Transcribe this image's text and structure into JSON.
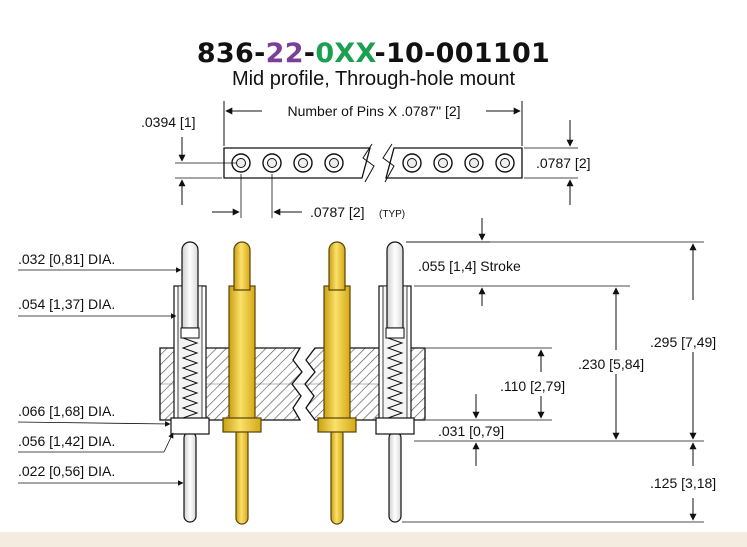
{
  "title": {
    "parts": [
      {
        "text": "836-",
        "color": "#111111"
      },
      {
        "text": "22",
        "color": "#7b3f97"
      },
      {
        "text": "-",
        "color": "#111111"
      },
      {
        "text": "0XX",
        "color": "#1aa050"
      },
      {
        "text": "-10-001101",
        "color": "#111111"
      }
    ]
  },
  "subtitle": "Mid profile, Through-hole mount",
  "top_view": {
    "pitch_label_top": "Number of Pins X .0787\" [2]",
    "left_dim": ".0394 [1]",
    "height_dim": ".0787 [2]",
    "pitch_bottom_value": ".0787 [2]",
    "pitch_bottom_note": "(TYP)"
  },
  "side_view": {
    "dia_032": ".032 [0,81] DIA.",
    "dia_054": ".054 [1,37] DIA.",
    "dia_066": ".066 [1,68] DIA.",
    "dia_056": ".056 [1,42] DIA.",
    "dia_022": ".022 [0,56] DIA.",
    "stroke": ".055 [1,4] Stroke",
    "dim_295": ".295 [7,49]",
    "dim_230": ".230 [5,84]",
    "dim_110": ".110 [2,79]",
    "dim_031": ".031 [0,79]",
    "dim_125": ".125 [3,18]"
  },
  "colors": {
    "pin_gold": "#f2cc2a",
    "pin_outline": "#7a5c10",
    "body_hatch": "#555555",
    "footer": "#f3ecdf"
  }
}
